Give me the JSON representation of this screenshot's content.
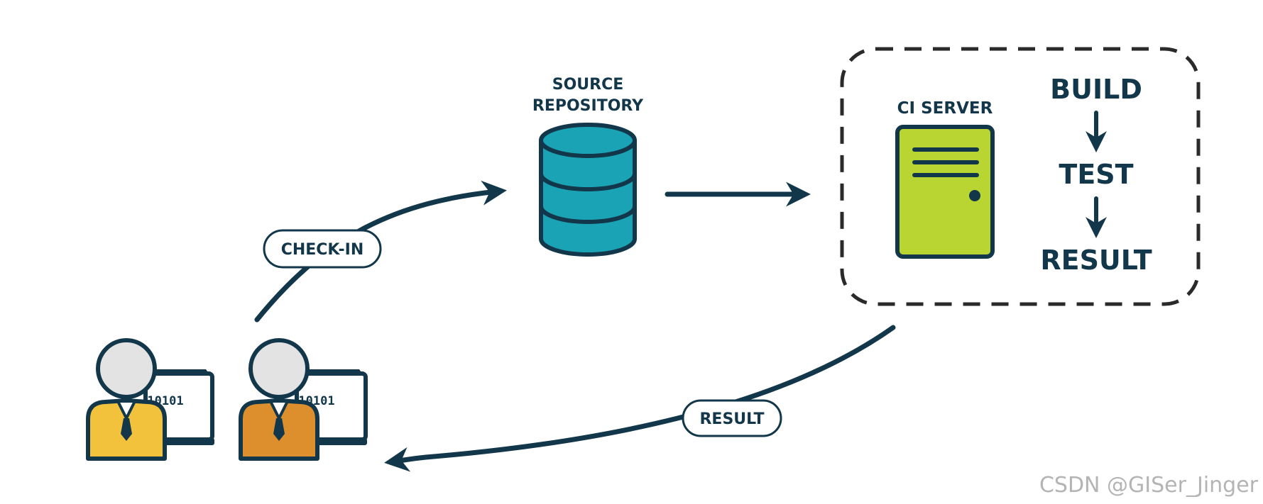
{
  "labels": {
    "repository_line1": "SOURCE",
    "repository_line2": "REPOSITORY",
    "ci_server": "CI SERVER",
    "build": "BUILD",
    "test": "TEST",
    "result_step": "RESULT",
    "check_in": "CHECK-IN",
    "result_feedback": "RESULT",
    "developer1_screen": "10101",
    "developer2_screen": "10101",
    "watermark": "CSDN @GISer_Jinger"
  },
  "colors": {
    "ink": "#13374a",
    "database": "#1aa3b4",
    "server": "#b9d531",
    "developer1_shirt": "#f2c23c",
    "developer2_shirt": "#dc8f2c",
    "head": "#e3e3e3",
    "watermark": "#b4b4b4"
  }
}
